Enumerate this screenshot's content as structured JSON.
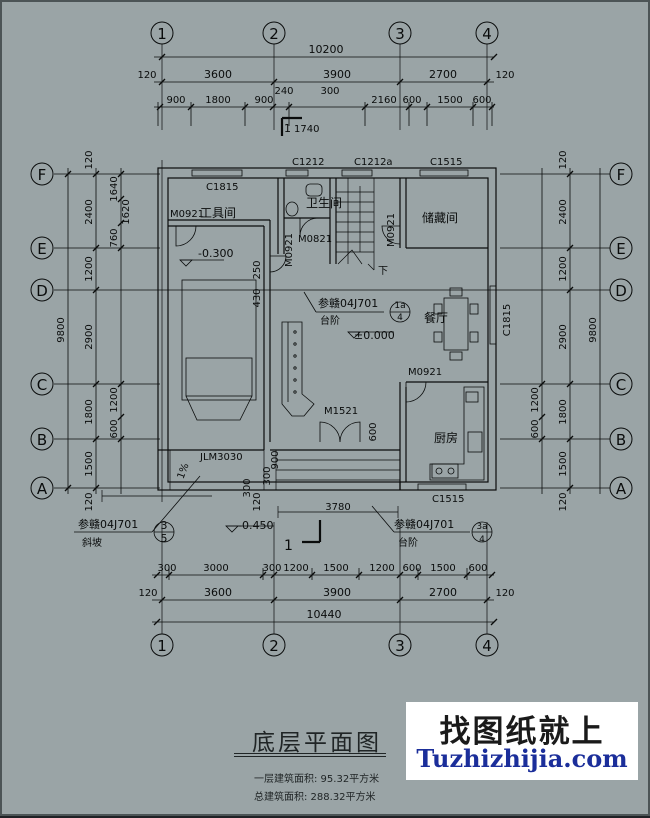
{
  "title": "底层平面图",
  "areas": {
    "first_floor": "一层建筑面积: 95.32平方米",
    "total": "总建筑面积: 288.32平方米"
  },
  "brand": {
    "name": "找图纸就上",
    "url": "Tuzhizhijia.com"
  },
  "axes": {
    "cols": [
      "1",
      "2",
      "3",
      "4"
    ],
    "rows": [
      "F",
      "E",
      "D",
      "C",
      "B",
      "A"
    ]
  },
  "dims": {
    "top_total": "10200",
    "top_ends": [
      "120",
      "120"
    ],
    "top_spans": [
      "3600",
      "3900",
      "2700"
    ],
    "top_details": [
      "900",
      "1800",
      "900",
      "240",
      "300",
      "2160",
      "600",
      "1500",
      "600"
    ],
    "bottom_total": "10440",
    "bottom_ends": [
      "120",
      "120"
    ],
    "bottom_spans": [
      "3600",
      "3900",
      "2700"
    ],
    "bottom_details": [
      "300",
      "3000",
      "300",
      "1200",
      "1500",
      "1200",
      "600",
      "1500",
      "600"
    ],
    "left_total": "9800",
    "side_spans": [
      "2400",
      "1200",
      "2900",
      "1800",
      "1500"
    ],
    "side_ends": [
      "120",
      "120"
    ],
    "left_detail": [
      "1640",
      "1620",
      "760",
      "1200",
      "600"
    ],
    "right_detail": [
      "1200",
      "600"
    ],
    "entry_width": "3780",
    "misc": [
      "250",
      "430",
      "900",
      "300",
      "120",
      "300",
      "600",
      "1740",
      "1"
    ]
  },
  "labels": {
    "windows": [
      "C1212",
      "C1212a",
      "C1515",
      "C1815",
      "C1815",
      "C1515"
    ],
    "doors": [
      "M0921",
      "M0821",
      "M0921",
      "M0921",
      "M1521",
      "JLM3030"
    ],
    "rooms": {
      "tool": "工具间",
      "bath": "卫生间",
      "storage": "储藏间",
      "dining": "餐厅",
      "kitchen": "厨房"
    },
    "elevations": [
      "-0.300",
      "±0.000",
      "-0.450"
    ],
    "slope": "1%",
    "stair_down": "下",
    "refs": {
      "ref1": "参赣04J701",
      "ref1_sub": "台阶",
      "ref1_num": "1a",
      "ref1_sheet": "4",
      "ref2": "参赣04J701",
      "ref2_sub": "斜坡",
      "ref2_num": "3",
      "ref2_sheet": "5",
      "ref3": "参赣04J701",
      "ref3_sub": "台阶",
      "ref3_num": "3a",
      "ref3_sheet": "4"
    },
    "section": "1"
  },
  "colors": {
    "background": "#9aa4a6",
    "lines": "#0a0c0c",
    "brand_url": "#1b2e9a"
  }
}
